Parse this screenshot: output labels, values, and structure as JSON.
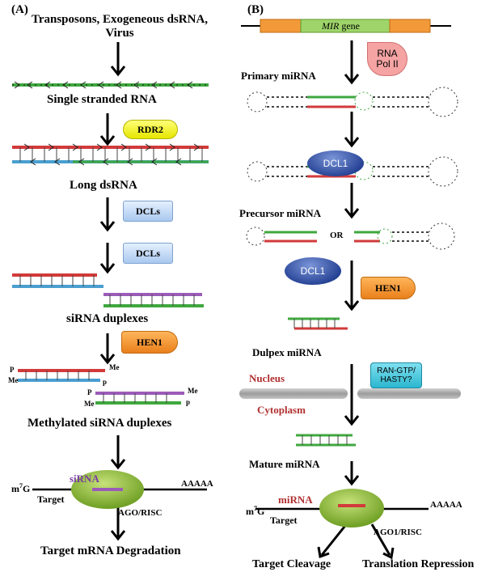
{
  "panel_a": {
    "label": "(A)",
    "sources_line1": "Transposons, Exogeneous dsRNA,",
    "sources_line2": "Virus",
    "ssrna": "Single stranded RNA",
    "rdr2": "RDR2",
    "long_dsrna": "Long dsRNA",
    "dcls_1": "DCLs",
    "dcls_2": "DCLs",
    "sirna_duplexes": "siRNA duplexes",
    "hen1": "HEN1",
    "me_1": "Me",
    "p_1": "P",
    "me_2": "Me",
    "p_2": "p",
    "p_3": "P",
    "me_3": "Me",
    "me_4": "Me",
    "p_4": "p",
    "methylated": "Methylated siRNA duplexes",
    "m7g": "m",
    "m7g_sup": "7",
    "m7g_g": "G",
    "sirna": "siRNA",
    "aaaaa": "AAAAA",
    "target": "Target",
    "ago_risc": "AGO/RISC",
    "outcome": "Target mRNA Degradation"
  },
  "panel_b": {
    "label": "(B)",
    "mir_gene_italic": "MIR",
    "mir_gene_rest": " gene",
    "rna_pol_line1": "RNA",
    "rna_pol_line2": "Pol II",
    "primary_mirna": "Primary miRNA",
    "dcl1_a": "DCL1",
    "precursor_mirna": "Precursor miRNA",
    "or": "OR",
    "dcl1_b": "DCL1",
    "hen1": "HEN1",
    "duplex": "Dulpex miRNA",
    "nucleus": "Nucleus",
    "ran_line1": "RAN-GTP/",
    "ran_line2": "HASTY?",
    "cytoplasm": "Cytoplasm",
    "mature_mirna": "Mature miRNA",
    "m7g": "m",
    "m7g_sup": "7",
    "m7g_g": "G",
    "mirna": "miRNA",
    "aaaaa": "AAAAA",
    "target": "Target",
    "ago1_risc": "AGO1/RISC",
    "outcome_1": "Target Cleavage",
    "outcome_2": "Translation Repression"
  },
  "colors": {
    "strand_green": "#3fa83f",
    "strand_red": "#d23a3a",
    "strand_purple": "#9b5cb8",
    "strand_blue": "#4a9fd0",
    "ago_green": "#8fc43a",
    "membrane_gray": "#b0b0b0",
    "label_red": "#b03030",
    "label_purple": "#7b3fa0"
  }
}
